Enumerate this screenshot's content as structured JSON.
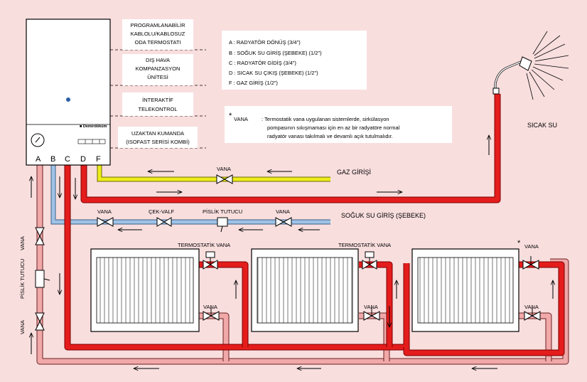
{
  "boiler": {
    "connections": [
      "A",
      "B",
      "C",
      "D",
      "F"
    ],
    "brand": "■ Demirdöküm"
  },
  "accessories": [
    [
      "PROGRAMLANABİLİR",
      "KABLOLU/KABLOSUZ",
      "ODA TERMOSTATI"
    ],
    [
      "DIŞ HAVA",
      "KOMPANZASYON",
      "ÜNİTESİ"
    ],
    [
      "İNTERAKTİF",
      "TELEKONTROL"
    ],
    [
      "UZAKTAN KUMANDA",
      "(ISOFAST SERİSİ KOMBİ)"
    ]
  ],
  "legend": [
    "A :  RADYATÖR DÖNÜŞ (3/4\")",
    "B :  SOĞUK SU GİRİŞ (ŞEBEKE) (1/2\")",
    "C :  RADYATÖR GİDİŞ (3/4\")",
    "D :  SICAK SU ÇIKIŞ (ŞEBEKE) (1/2\")",
    "F :  GAZ GİRİŞ (1/2\")"
  ],
  "note": {
    "marker": "*",
    "title": "VANA",
    "lines": [
      ":  Termostatik vana uygulanan sistemlerde, sirkülasyon",
      "pompasının sıkışmaması için en az bir radyatöre normal",
      "radyatör vanası takılmalı ve devamlı açık tutulmalıdır."
    ]
  },
  "labels": {
    "gas_entry": "GAZ GİRİŞİ",
    "cold_water_entry": "SOĞUK SU GİRİŞ (ŞEBEKE)",
    "hot_water": "SICAK SU",
    "valve": "VANA",
    "check_valve": "ÇEK-VALF",
    "dirt_trap": "PİSLİK TUTUCU",
    "thermostatic_valve": "TERMOSTATİK VANA",
    "star_valve_marker": "*",
    "left_valve_top": "VANA",
    "left_dirt_trap": "PİSLİK TUTUCU",
    "left_valve_bottom": "VANA"
  },
  "colors": {
    "background": "#f9dede",
    "supply_pipe": "#e51c1c",
    "return_pipe": "#f0a8a8",
    "cold_water_pipe": "#9fc3e6",
    "gas_pipe": "#ecec1a",
    "label_box": "#ffffff",
    "radiator": "#ffffff"
  }
}
